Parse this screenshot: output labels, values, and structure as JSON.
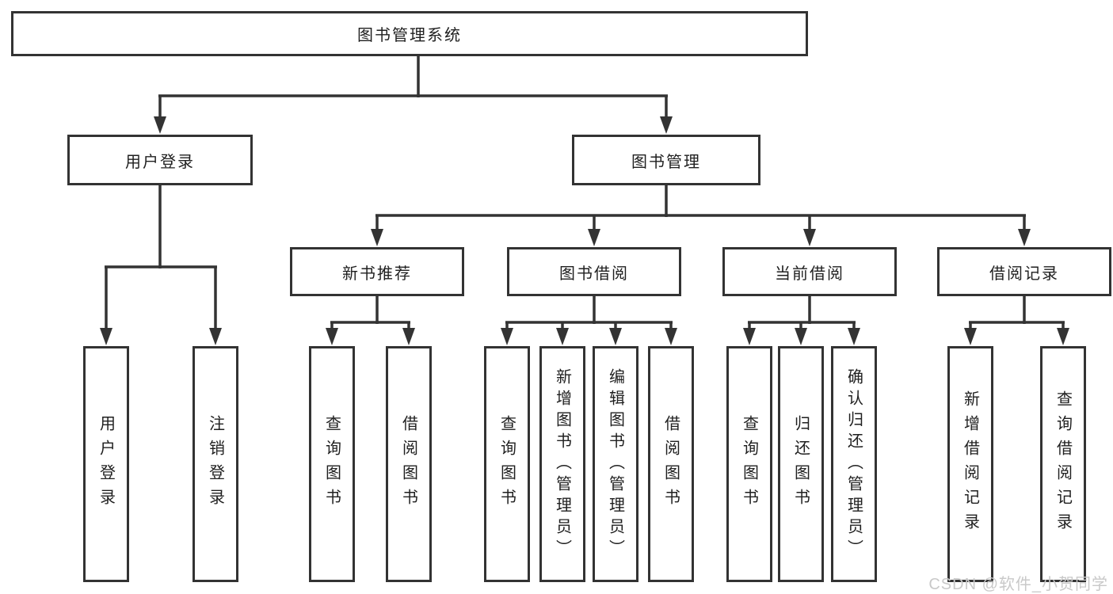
{
  "colors": {
    "line": "#333333",
    "node_border": "#333333",
    "node_text": "#1f1f1f",
    "background": "#ffffff",
    "watermark": "#c9c9c9"
  },
  "tree": {
    "root": "图书管理系统",
    "branches": [
      {
        "label": "用户登录",
        "children": [
          {
            "label": "用户登录"
          },
          {
            "label": "注销登录"
          }
        ]
      },
      {
        "label": "图书管理",
        "children": [
          {
            "label": "新书推荐",
            "children": [
              {
                "label": "查询图书"
              },
              {
                "label": "借阅图书"
              }
            ]
          },
          {
            "label": "图书借阅",
            "children": [
              {
                "label": "查询图书"
              },
              {
                "label": "新增图书（管理员）"
              },
              {
                "label": "编辑图书（管理员）"
              },
              {
                "label": "借阅图书"
              }
            ]
          },
          {
            "label": "当前借阅",
            "children": [
              {
                "label": "查询图书"
              },
              {
                "label": "归还图书"
              },
              {
                "label": "确认归还（管理员）"
              }
            ]
          },
          {
            "label": "借阅记录",
            "children": [
              {
                "label": "新增借阅记录"
              },
              {
                "label": "查询借阅记录"
              }
            ]
          }
        ]
      }
    ]
  },
  "watermark": {
    "text": "CSDN @软件_小贺同学"
  }
}
